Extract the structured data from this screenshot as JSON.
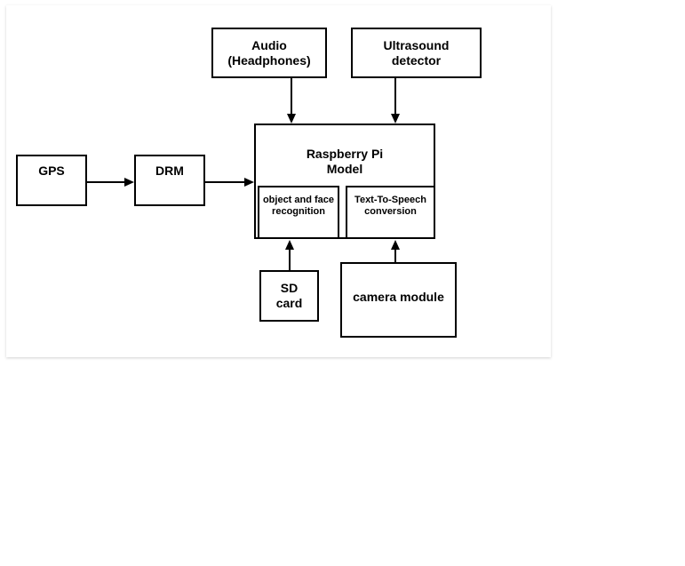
{
  "diagram": {
    "nodes": {
      "audio": "Audio\n(Headphones)",
      "ultrasound": "Ultrasound\ndetector",
      "gps": "GPS",
      "drm": "DRM",
      "raspberry": "Raspberry Pi\nModel",
      "object_face": "object and face\nrecognition",
      "tts": "Text-To-Speech\nconversion",
      "sd_card": "SD\ncard",
      "camera": "camera module"
    },
    "edges": [
      {
        "from": "gps",
        "to": "drm"
      },
      {
        "from": "drm",
        "to": "raspberry"
      },
      {
        "from": "audio",
        "to": "raspberry"
      },
      {
        "from": "ultrasound",
        "to": "raspberry"
      },
      {
        "from": "sd_card",
        "to": "object_face"
      },
      {
        "from": "camera",
        "to": "tts"
      }
    ]
  }
}
